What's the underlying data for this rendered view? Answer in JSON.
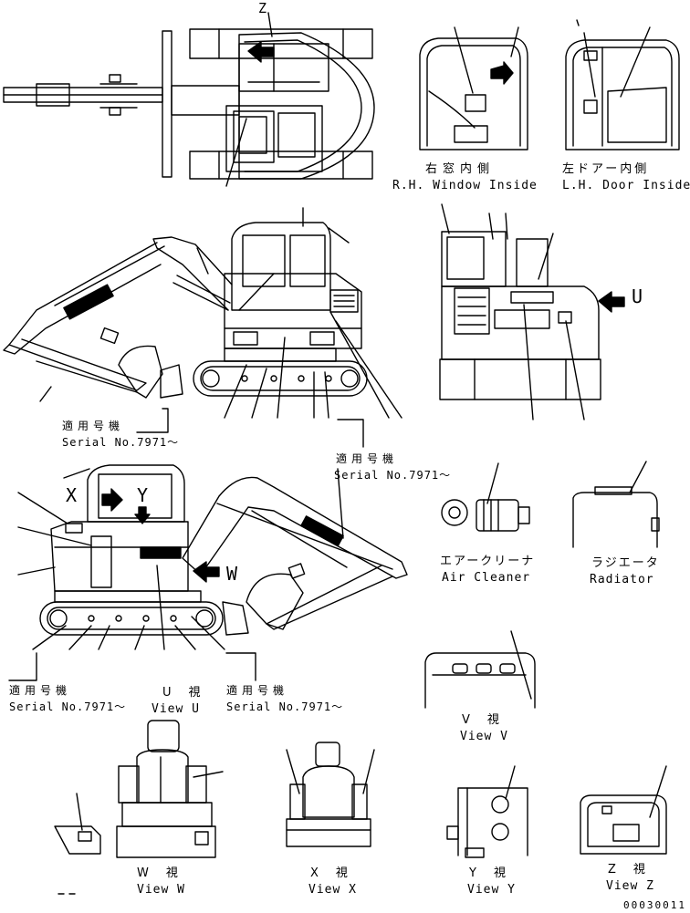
{
  "view_letters": {
    "z_top": "Z",
    "u_arrow": "U",
    "w_arrow": "W",
    "x_arrow": "X",
    "y_arrow": "Y"
  },
  "captions": {
    "rh_window_jp": "右窓内側",
    "rh_window_en": "R.H. Window Inside",
    "lh_door_jp": "左ドアー内側",
    "lh_door_en": "L.H. Door Inside",
    "air_cleaner_jp": "エアークリーナ",
    "air_cleaner_en": "Air Cleaner",
    "radiator_jp": "ラジエータ",
    "radiator_en": "Radiator",
    "view_u_jp": "U　視",
    "view_u_en": "View U",
    "view_v_jp": "V　視",
    "view_v_en": "View V",
    "view_w_jp": "W　視",
    "view_w_en": "View W",
    "view_x_jp": "X　視",
    "view_x_en": "View X",
    "view_y_jp": "Y　視",
    "view_y_en": "View Y",
    "view_z_jp": "Z　視",
    "view_z_en": "View Z"
  },
  "serial_notes": [
    {
      "jp": "適用号機",
      "en": "Serial No.7971～"
    },
    {
      "jp": "適用号機",
      "en": "Serial No.7971～"
    },
    {
      "jp": "適用号機",
      "en": "Serial No.7971～"
    },
    {
      "jp": "適用号機",
      "en": "Serial No.7971～"
    }
  ],
  "document_number": "00030011"
}
